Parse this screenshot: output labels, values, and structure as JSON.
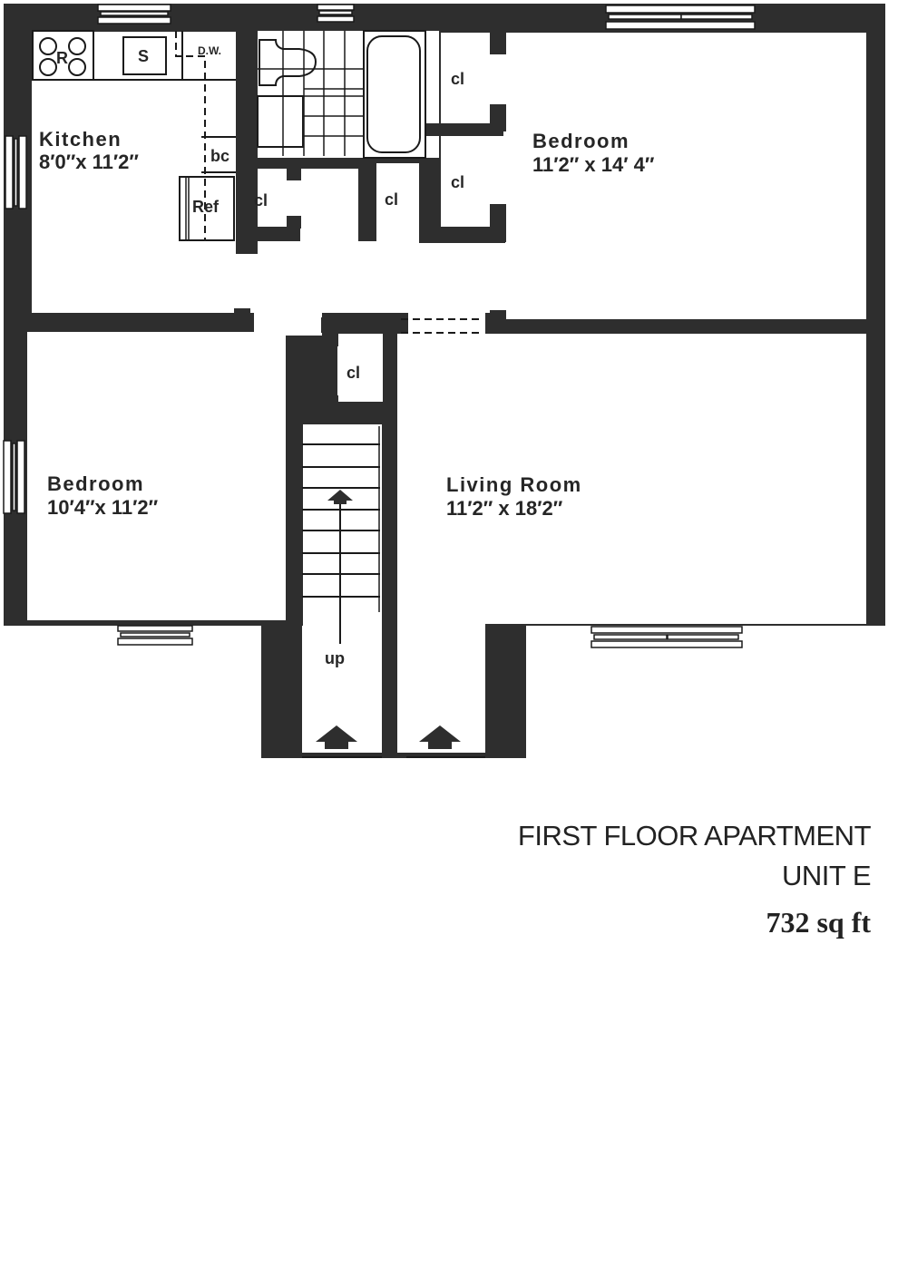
{
  "plan": {
    "rooms": {
      "kitchen": {
        "name": "Kitchen",
        "dims": "8′0″x 11′2″"
      },
      "bedroom_1": {
        "name": "Bedroom",
        "dims": "11′2″ x 14′ 4″"
      },
      "bedroom_2": {
        "name": "Bedroom",
        "dims": "10′4″x  11′2″"
      },
      "living_room": {
        "name": "Living  Room",
        "dims": "11′2″ x  18′2″"
      }
    },
    "fixtures": {
      "range": "R",
      "sink": "S",
      "dishwasher": "D.W.",
      "broom_closet": "bc",
      "refrigerator": "Ref"
    },
    "closets": [
      "cl",
      "cl",
      "cl",
      "cl",
      "cl"
    ],
    "stair_label": "up"
  },
  "caption": {
    "title_line1": "FIRST FLOOR APARTMENT",
    "title_line2": "UNIT E",
    "area": "732 sq ft"
  },
  "colors": {
    "wall": "#2e2e2e",
    "background": "#ffffff",
    "text": "#262626"
  }
}
